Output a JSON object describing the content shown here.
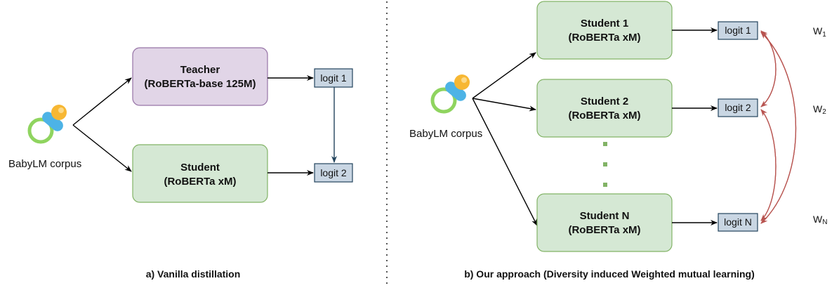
{
  "colors": {
    "teacher_fill": "#e1d5e7",
    "teacher_stroke": "#9673a6",
    "student_fill": "#d5e8d4",
    "student_stroke": "#82b366",
    "logit_fill": "#c9d6e3",
    "logit_stroke": "#23445d",
    "mutual_arrow": "#b85450",
    "dots": "#82b366"
  },
  "left_panel": {
    "corpus_label": "BabyLM corpus",
    "teacher": {
      "line1": "Teacher",
      "line2": "(RoBERTa-base 125M)"
    },
    "student": {
      "line1": "Student",
      "line2": "(RoBERTa xM)"
    },
    "logit1": "logit 1",
    "logit2": "logit 2",
    "caption": "a) Vanilla distillation"
  },
  "right_panel": {
    "corpus_label": "BabyLM corpus",
    "students": [
      {
        "line1": "Student 1",
        "line2": "(RoBERTa xM)",
        "logit": "logit 1",
        "weight": "W",
        "weight_sub": "1"
      },
      {
        "line1": "Student 2",
        "line2": "(RoBERTa xM)",
        "logit": "logit 2",
        "weight": "W",
        "weight_sub": "2"
      },
      {
        "line1": "Student N",
        "line2": "(RoBERTa xM)",
        "logit": "logit N",
        "weight": "W",
        "weight_sub": "N"
      }
    ],
    "caption": "b) Our approach (Diversity induced Weighted mutual learning)"
  }
}
